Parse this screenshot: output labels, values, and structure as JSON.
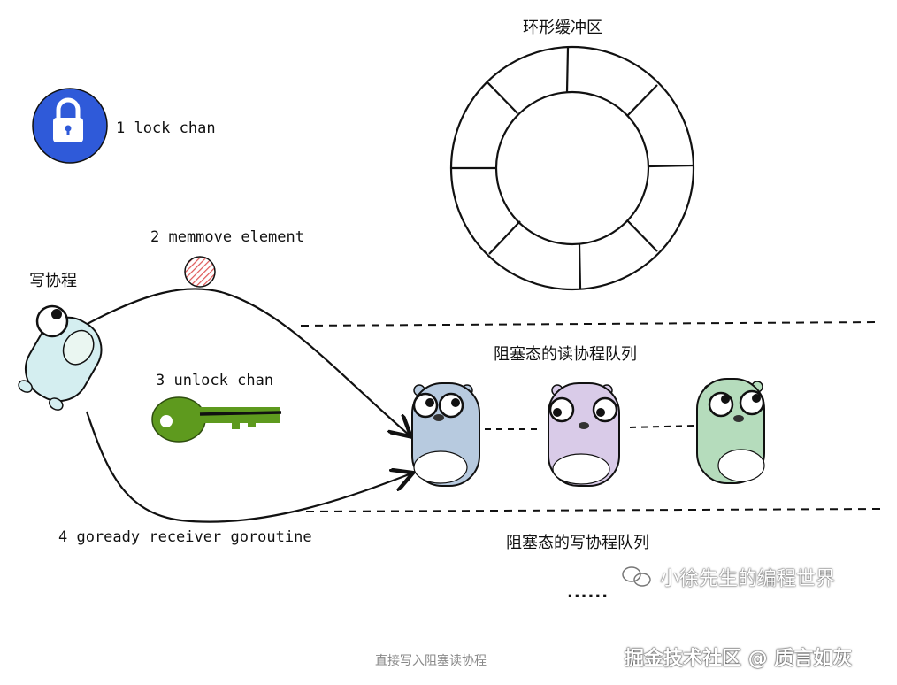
{
  "ring_buffer": {
    "title": "环形缓冲区"
  },
  "steps": {
    "lock": "1 lock chan",
    "memmove": "2 memmove element",
    "unlock": "3 unlock chan",
    "goready": "4 goready receiver goroutine"
  },
  "writer": {
    "label": "写协程"
  },
  "queues": {
    "read_queue": "阻塞态的读协程队列",
    "write_queue": "阻塞态的写协程队列",
    "ellipsis": "......"
  },
  "watermark": {
    "wechat": "小徐先生的编程世界",
    "juejin": "掘金技术社区 @ 质言如灰"
  },
  "caption": "直接写入阻塞读协程",
  "colors": {
    "lock_blue": "#2f5ad9",
    "key_green": "#5e9a1e",
    "gopher_writer": "#d4eef0",
    "gopher_blue": "#b7cadf",
    "gopher_purple": "#d9cbe8",
    "gopher_green": "#b5dcbc",
    "element_red": "#e05a5a"
  }
}
